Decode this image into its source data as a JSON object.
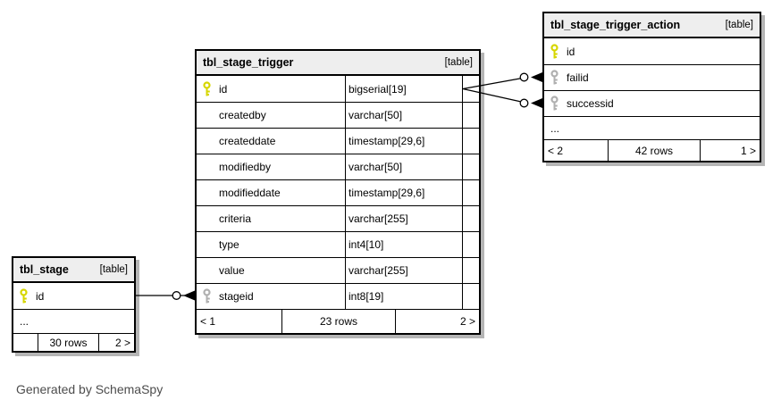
{
  "colors": {
    "background": "#ffffff",
    "table_border": "#000000",
    "header_bg": "#eeeeee",
    "shadow": "#b5b5b5",
    "primary_key": "#d6d600",
    "foreign_key": "#b0b0b0"
  },
  "credit": "Generated by SchemaSpy",
  "tables": [
    {
      "name": "tbl_stage_trigger",
      "tag": "[table]",
      "columns": [
        {
          "name": "id",
          "type": "bigserial[19]",
          "key": "primary"
        },
        {
          "name": "createdby",
          "type": "varchar[50]"
        },
        {
          "name": "createddate",
          "type": "timestamp[29,6]"
        },
        {
          "name": "modifiedby",
          "type": "varchar[50]"
        },
        {
          "name": "modifieddate",
          "type": "timestamp[29,6]"
        },
        {
          "name": "criteria",
          "type": "varchar[255]"
        },
        {
          "name": "type",
          "type": "int4[10]"
        },
        {
          "name": "value",
          "type": "varchar[255]"
        },
        {
          "name": "stageid",
          "type": "int8[19]",
          "key": "foreign"
        }
      ],
      "footer": {
        "left": "< 1",
        "center": "23 rows",
        "right": "2 >"
      }
    },
    {
      "name": "tbl_stage_trigger_action",
      "tag": "[table]",
      "columns": [
        {
          "name": "id",
          "key": "primary"
        },
        {
          "name": "failid",
          "key": "foreign"
        },
        {
          "name": "successid",
          "key": "foreign"
        },
        {
          "name": "...",
          "ellipsis": true
        }
      ],
      "footer": {
        "left": "< 2",
        "center": "42 rows",
        "right": "1 >"
      }
    },
    {
      "name": "tbl_stage",
      "tag": "[table]",
      "columns": [
        {
          "name": "id",
          "key": "primary"
        },
        {
          "name": "...",
          "ellipsis": true
        }
      ],
      "footer": {
        "left": "",
        "center": "30 rows",
        "right": "2 >"
      }
    }
  ],
  "relations": [
    {
      "fk": "tbl_stage_trigger.stageid",
      "pk": "tbl_stage.id"
    },
    {
      "fk": "tbl_stage_trigger_action.failid",
      "pk": "tbl_stage_trigger.id"
    },
    {
      "fk": "tbl_stage_trigger_action.successid",
      "pk": "tbl_stage_trigger.id"
    }
  ]
}
